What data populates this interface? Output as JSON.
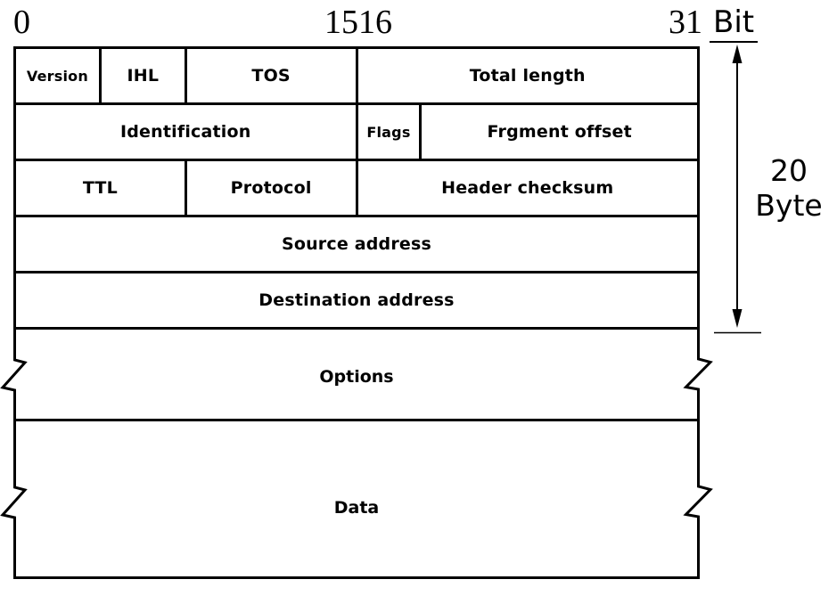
{
  "scale": {
    "tick_start": "0",
    "tick_15": "15",
    "tick_16": "16",
    "tick_end": "31",
    "unit": "Bit"
  },
  "table": {
    "rows": [
      {
        "cells": [
          {
            "label": "Version",
            "bits": 4
          },
          {
            "label": "IHL",
            "bits": 4
          },
          {
            "label": "TOS",
            "bits": 8
          },
          {
            "label": "Total length",
            "bits": 16
          }
        ]
      },
      {
        "cells": [
          {
            "label": "Identification",
            "bits": 16
          },
          {
            "label": "Flags",
            "bits": 3
          },
          {
            "label": "Frgment offset",
            "bits": 13
          }
        ]
      },
      {
        "cells": [
          {
            "label": "TTL",
            "bits": 8
          },
          {
            "label": "Protocol",
            "bits": 8
          },
          {
            "label": "Header checksum",
            "bits": 16
          }
        ]
      },
      {
        "cells": [
          {
            "label": "Source address",
            "bits": 32
          }
        ]
      },
      {
        "cells": [
          {
            "label": "Destination address",
            "bits": 32
          }
        ]
      }
    ]
  },
  "variable_rows": {
    "options_label": "Options",
    "data_label": "Data"
  },
  "annotation": {
    "size_value": "20",
    "size_unit": "Byte"
  },
  "colors": {
    "line": "#000000",
    "background": "#ffffff"
  }
}
